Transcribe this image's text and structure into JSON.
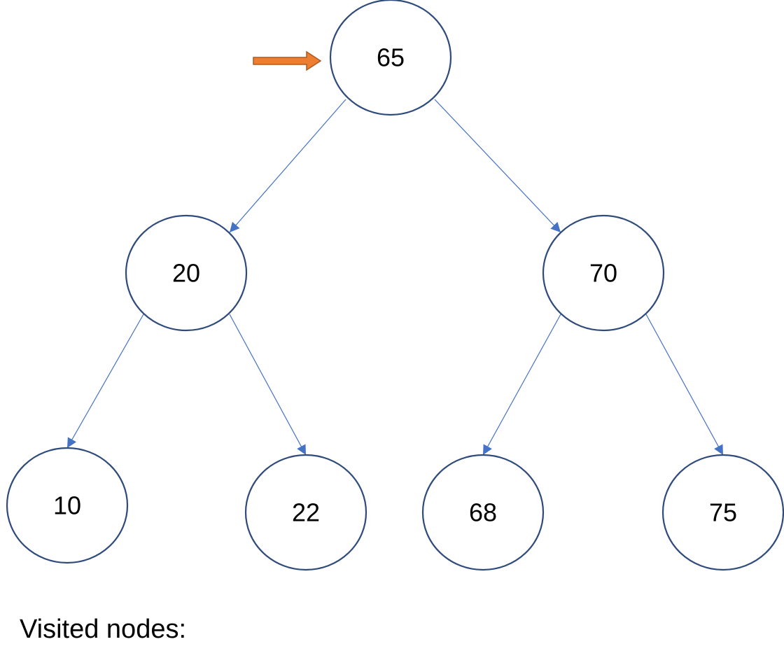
{
  "colors": {
    "node_stroke": "#2f4b7c",
    "edge": "#4472c4",
    "pointer_fill": "#ed7d31",
    "pointer_stroke": "#ae5a21",
    "text": "#000000"
  },
  "nodes": [
    {
      "id": "n65",
      "label": "65"
    },
    {
      "id": "n20",
      "label": "20"
    },
    {
      "id": "n70",
      "label": "70"
    },
    {
      "id": "n10",
      "label": "10"
    },
    {
      "id": "n22",
      "label": "22"
    },
    {
      "id": "n68",
      "label": "68"
    },
    {
      "id": "n75",
      "label": "75"
    }
  ],
  "edges": [
    {
      "from": "n65",
      "to": "n20"
    },
    {
      "from": "n65",
      "to": "n70"
    },
    {
      "from": "n20",
      "to": "n10"
    },
    {
      "from": "n20",
      "to": "n22"
    },
    {
      "from": "n70",
      "to": "n68"
    },
    {
      "from": "n70",
      "to": "n75"
    }
  ],
  "pointer": {
    "target": "n65",
    "icon": "right-arrow-icon"
  },
  "visited": {
    "label": "Visited nodes:"
  }
}
